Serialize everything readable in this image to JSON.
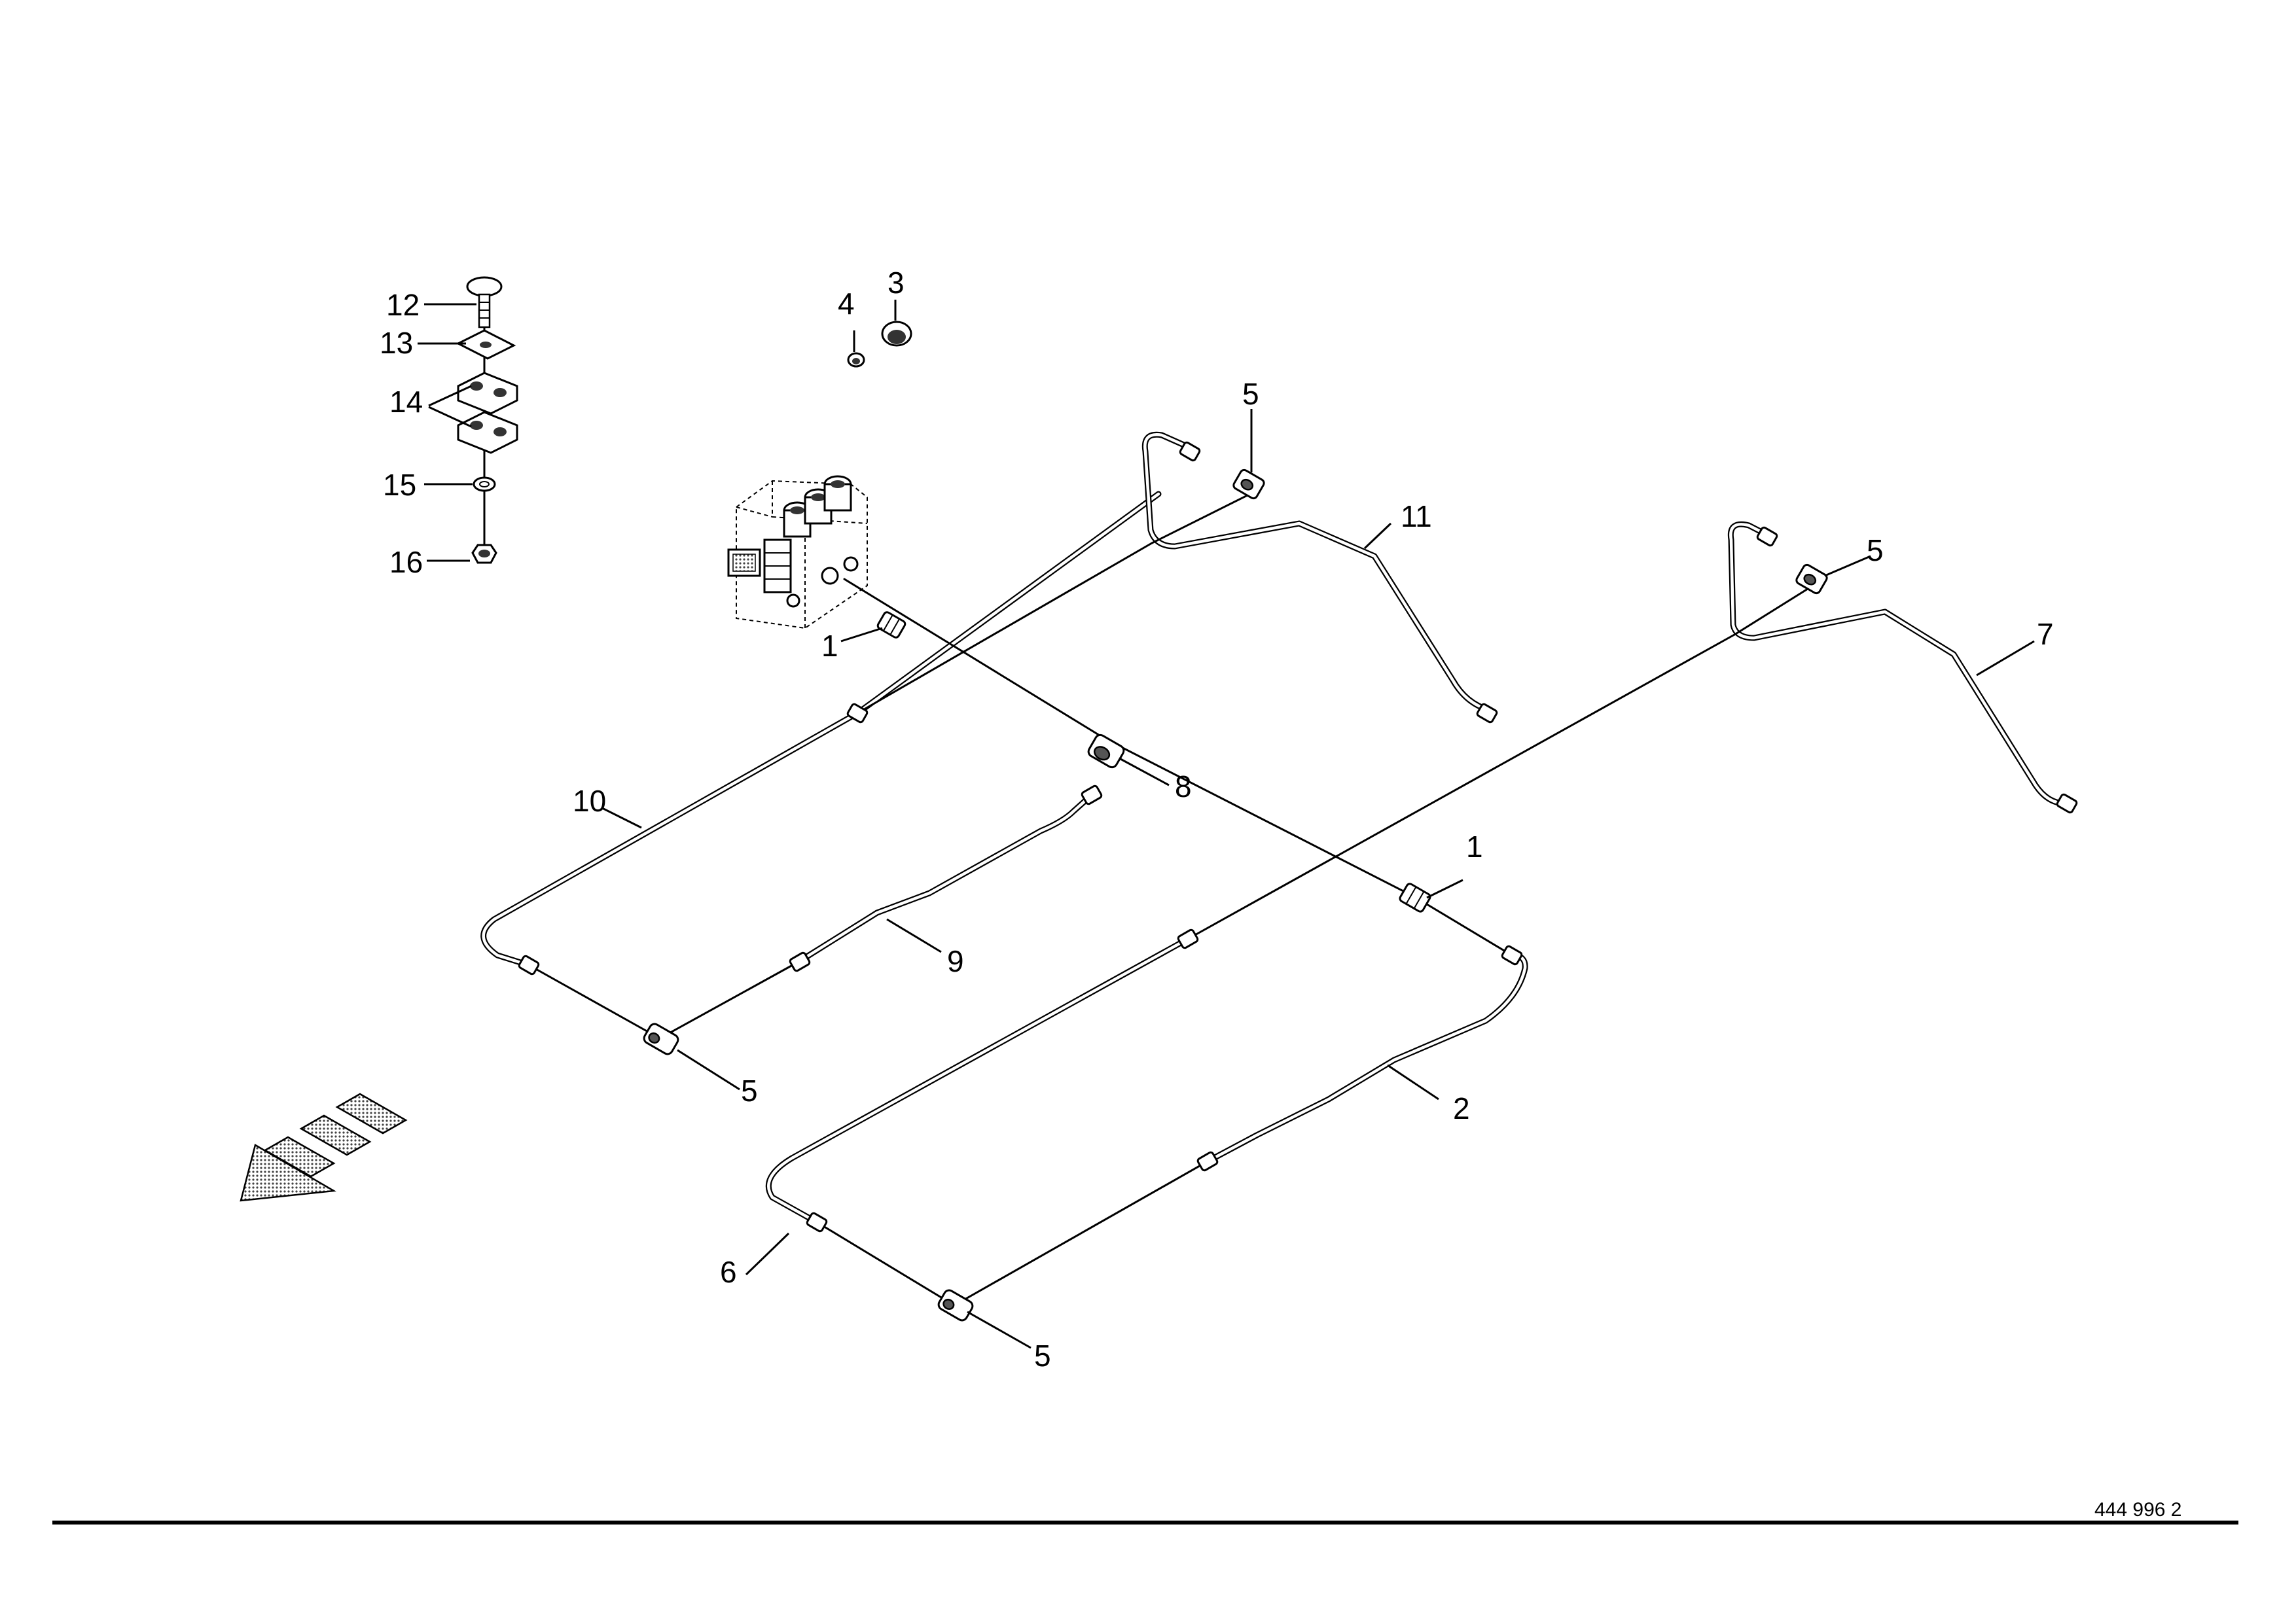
{
  "drawing": {
    "document_number": "444 996 2"
  },
  "callouts": [
    {
      "label": "1"
    },
    {
      "label": "1"
    },
    {
      "label": "2"
    },
    {
      "label": "3"
    },
    {
      "label": "4"
    },
    {
      "label": "5"
    },
    {
      "label": "5"
    },
    {
      "label": "5"
    },
    {
      "label": "5"
    },
    {
      "label": "6"
    },
    {
      "label": "7"
    },
    {
      "label": "8"
    },
    {
      "label": "9"
    },
    {
      "label": "10"
    },
    {
      "label": "11"
    },
    {
      "label": "12"
    },
    {
      "label": "13"
    },
    {
      "label": "14"
    },
    {
      "label": "15"
    },
    {
      "label": "16"
    }
  ],
  "colors": {
    "line": "#000000",
    "background": "#ffffff",
    "arrow_fill": "#c8c8c8"
  },
  "icons": {
    "direction_arrow": "travel-direction-arrow-icon"
  }
}
